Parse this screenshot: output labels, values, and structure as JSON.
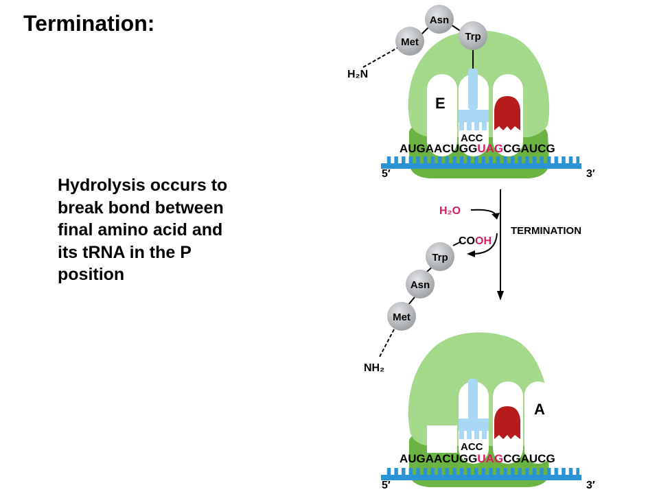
{
  "slide": {
    "title": "Termination:",
    "body_lines": [
      "Hydrolysis occurs to",
      "break bond between",
      "final amino acid and",
      "its tRNA in the P",
      "position"
    ]
  },
  "diagram": {
    "top": {
      "amino_acids": [
        "Met",
        "Asn",
        "Trp"
      ],
      "n_terminus": "H₂N",
      "site_label": "E",
      "anticodon": "ACC",
      "mrna_before": "AUGAACUGG",
      "stop_codon": "UAG",
      "mrna_after": "CGAUCG",
      "five_prime": "5′",
      "three_prime": "3′"
    },
    "arrow": {
      "label": "TERMINATION",
      "water": "H₂O",
      "carboxyl_prefix": "CO",
      "carboxyl_suffix": "OH"
    },
    "released_chain": {
      "amino_acids": [
        "Trp",
        "Asn",
        "Met"
      ],
      "n_terminus": "NH₂"
    },
    "bottom": {
      "site_label": "A",
      "anticodon": "ACC",
      "mrna_before": "AUGAACUGG",
      "stop_codon": "UAG",
      "mrna_after": "CGAUCG",
      "five_prime": "5′",
      "three_prime": "3′"
    },
    "colors": {
      "ribosome_light": "#a4d88b",
      "ribosome_dark": "#6bb343",
      "mrna": "#2a93d5",
      "trna": "#a9d8f5",
      "release_factor": "#b71c1c",
      "stop_codon_text": "#d81b60",
      "amino_acid": "#b9bcbe"
    }
  }
}
